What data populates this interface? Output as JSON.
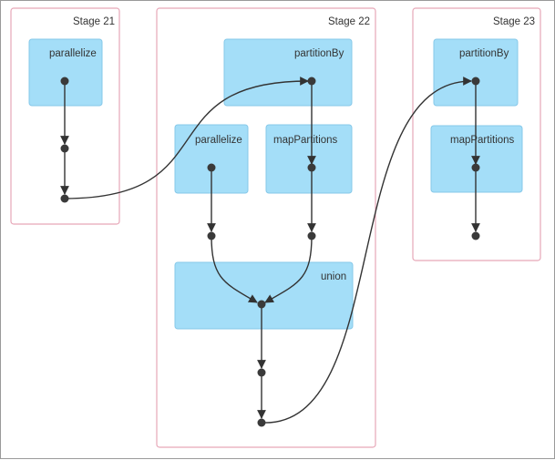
{
  "stages": [
    {
      "label": "Stage 21",
      "operations": [
        "parallelize"
      ]
    },
    {
      "label": "Stage 22",
      "operations": [
        "partitionBy",
        "parallelize",
        "mapPartitions",
        "union"
      ]
    },
    {
      "label": "Stage 23",
      "operations": [
        "partitionBy",
        "mapPartitions"
      ]
    }
  ],
  "colors": {
    "stage_border": "#e7a7b8",
    "operation_fill": "#a4def8",
    "operation_border": "#86c8e9",
    "edge": "#333333",
    "node": "#3a3a3a"
  }
}
